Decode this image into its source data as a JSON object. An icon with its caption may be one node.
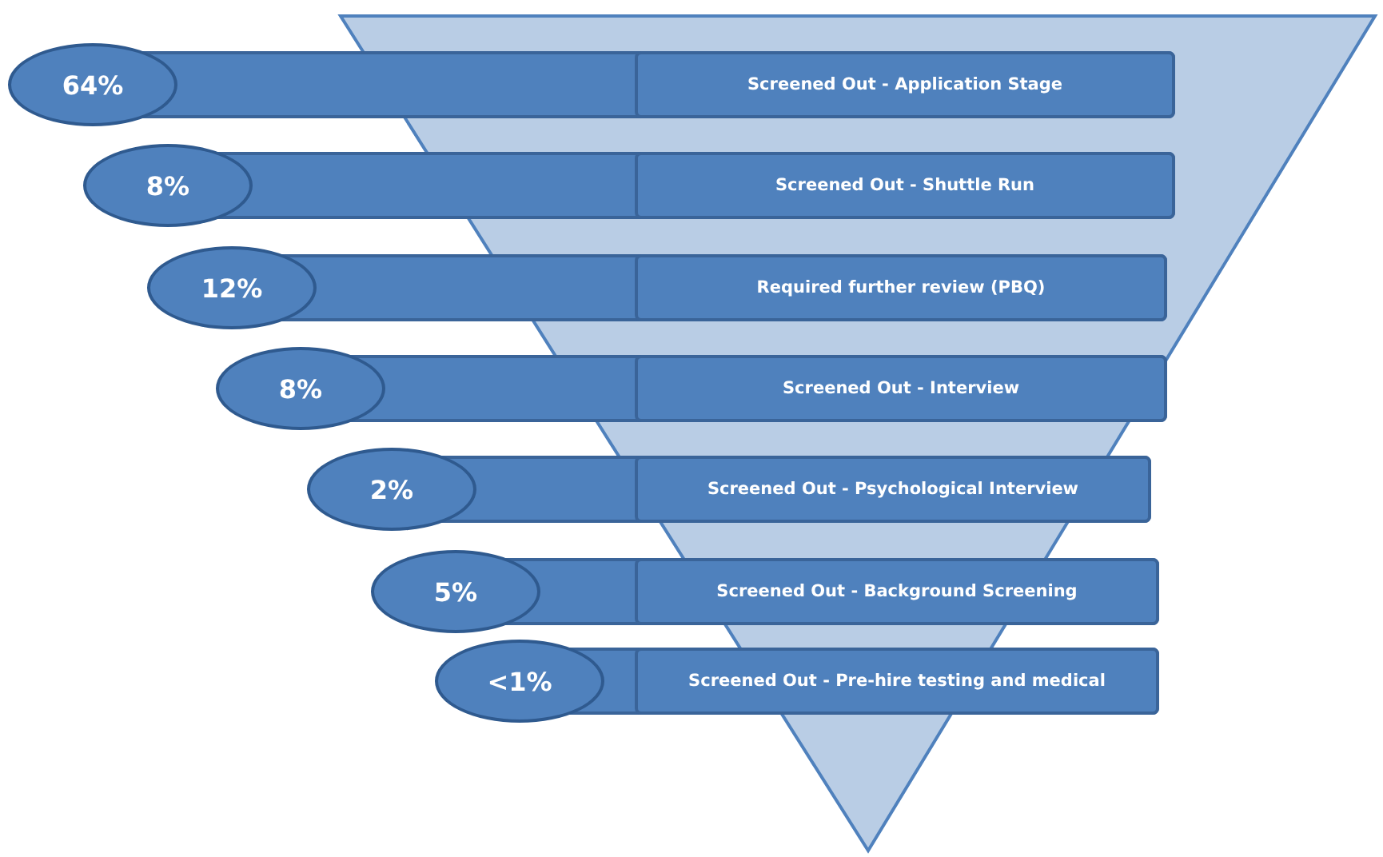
{
  "diagram": {
    "nodes": [
      {
        "text": [
          "64%"
        ]
      },
      {
        "text": [
          "Screened Out - Application Stage"
        ]
      },
      {
        "text": [
          "8%"
        ]
      },
      {
        "text": [
          "Screened Out - Shuttle Run"
        ]
      },
      {
        "text": [
          "12%"
        ]
      },
      {
        "text": [
          "Required further review (PBQ)"
        ]
      },
      {
        "text": [
          "8%"
        ]
      },
      {
        "text": [
          "Screened Out - Interview"
        ]
      },
      {
        "text": [
          "2%"
        ]
      },
      {
        "text": [
          "Screened Out - Psychological Interview"
        ]
      },
      {
        "text": [
          "5%"
        ]
      },
      {
        "text": [
          "Screened Out - Background Screening"
        ]
      },
      {
        "text": [
          "<1%"
        ]
      },
      {
        "text": [
          "Screened Out - Pre-hire testing and medical"
        ]
      }
    ]
  }
}
